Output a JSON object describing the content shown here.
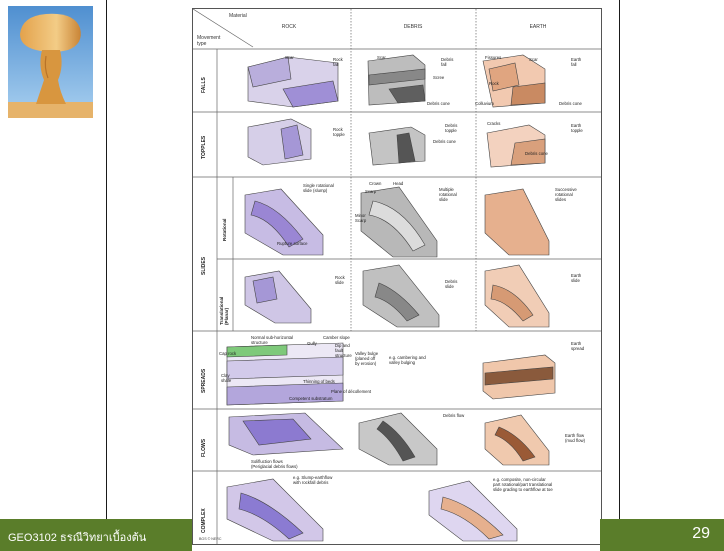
{
  "slide": {
    "course_label": "GEO3102 ธรณีวิทยาเบื้องต้น",
    "page_number": "29",
    "accent_color": "#5a7d2a"
  },
  "figure": {
    "header_material": "Material",
    "header_movement": "Movement\ntype",
    "columns": [
      "ROCK",
      "DEBRIS",
      "EARTH"
    ],
    "rows": [
      "FALLS",
      "TOPPLES",
      "SLIDES",
      "SPREADS",
      "FLOWS",
      "COMPLEX"
    ],
    "slides_subrows": [
      "Rotational",
      "Translational\n(Planar)"
    ],
    "credit": "BGS © NERC",
    "annotations": {
      "falls_rock_scar": "Scar",
      "falls_rock": "Rock\nfall",
      "falls_debris_scar": "Scar",
      "falls_debris": "Debris\nfall",
      "falls_scree": "Scree",
      "falls_debris_cone": "Debris cone",
      "falls_earth_fissures": "Fissures",
      "falls_earth_scar": "Scar",
      "falls_earth": "Earth\nfall",
      "falls_earth_rock": "Rock",
      "falls_colluvium": "Colluvium",
      "falls_earth_cone": "Debris cone",
      "topples_rock": "Rock\ntopple",
      "topples_debris": "Debris\ntopple",
      "topples_debris_cone": "Debris cone",
      "topples_earth_cracks": "Cracks",
      "topples_earth": "Earth\ntopple",
      "topples_earth_cone": "Debris cone",
      "rot_rock": "Single rotational\nslide (slump)",
      "rot_rock_surface": "Rupture surface",
      "rot_debris_crown": "Crown",
      "rot_debris_head": "Head",
      "rot_debris_scarp": "Scarp",
      "rot_debris_minor": "Minor\nScarp",
      "rot_debris": "Multiple\nrotational\nslide",
      "rot_earth": "Successive\nrotational\nslides",
      "trans_rock": "Rock\nslide",
      "trans_debris": "Debris\nslide",
      "trans_earth": "Earth\nslide",
      "spreads_normal": "Normal sub-horizontal\nstructure",
      "spreads_gully": "Gully",
      "spreads_camber": "Camber slope",
      "spreads_dip": "Dip and\nfault\nstructure",
      "spreads_valley": "Valley bulge\n(planed off\nby erosion)",
      "spreads_caprock": "Cap rock",
      "spreads_clay": "Clay\nshale",
      "spreads_thinning": "Thinning of beds",
      "spreads_plane": "Plane of décollement",
      "spreads_competent": "Competent substratum",
      "spreads_example": "e.g. cambering and\nvalley bulging",
      "spreads_earth": "Earth\nspread",
      "flows_debris": "Debris flow",
      "flows_earth": "Earth flow\n(mud flow)",
      "flows_solifluction": "Solifluction flows\n(Periglacial debris flows)",
      "complex_left": "e.g. Slump-earthflow\nwith rockfall debris",
      "complex_right": "e.g. composite, non-circular\npart rotational/part translational\nslide grading to earthflow at toe"
    }
  }
}
